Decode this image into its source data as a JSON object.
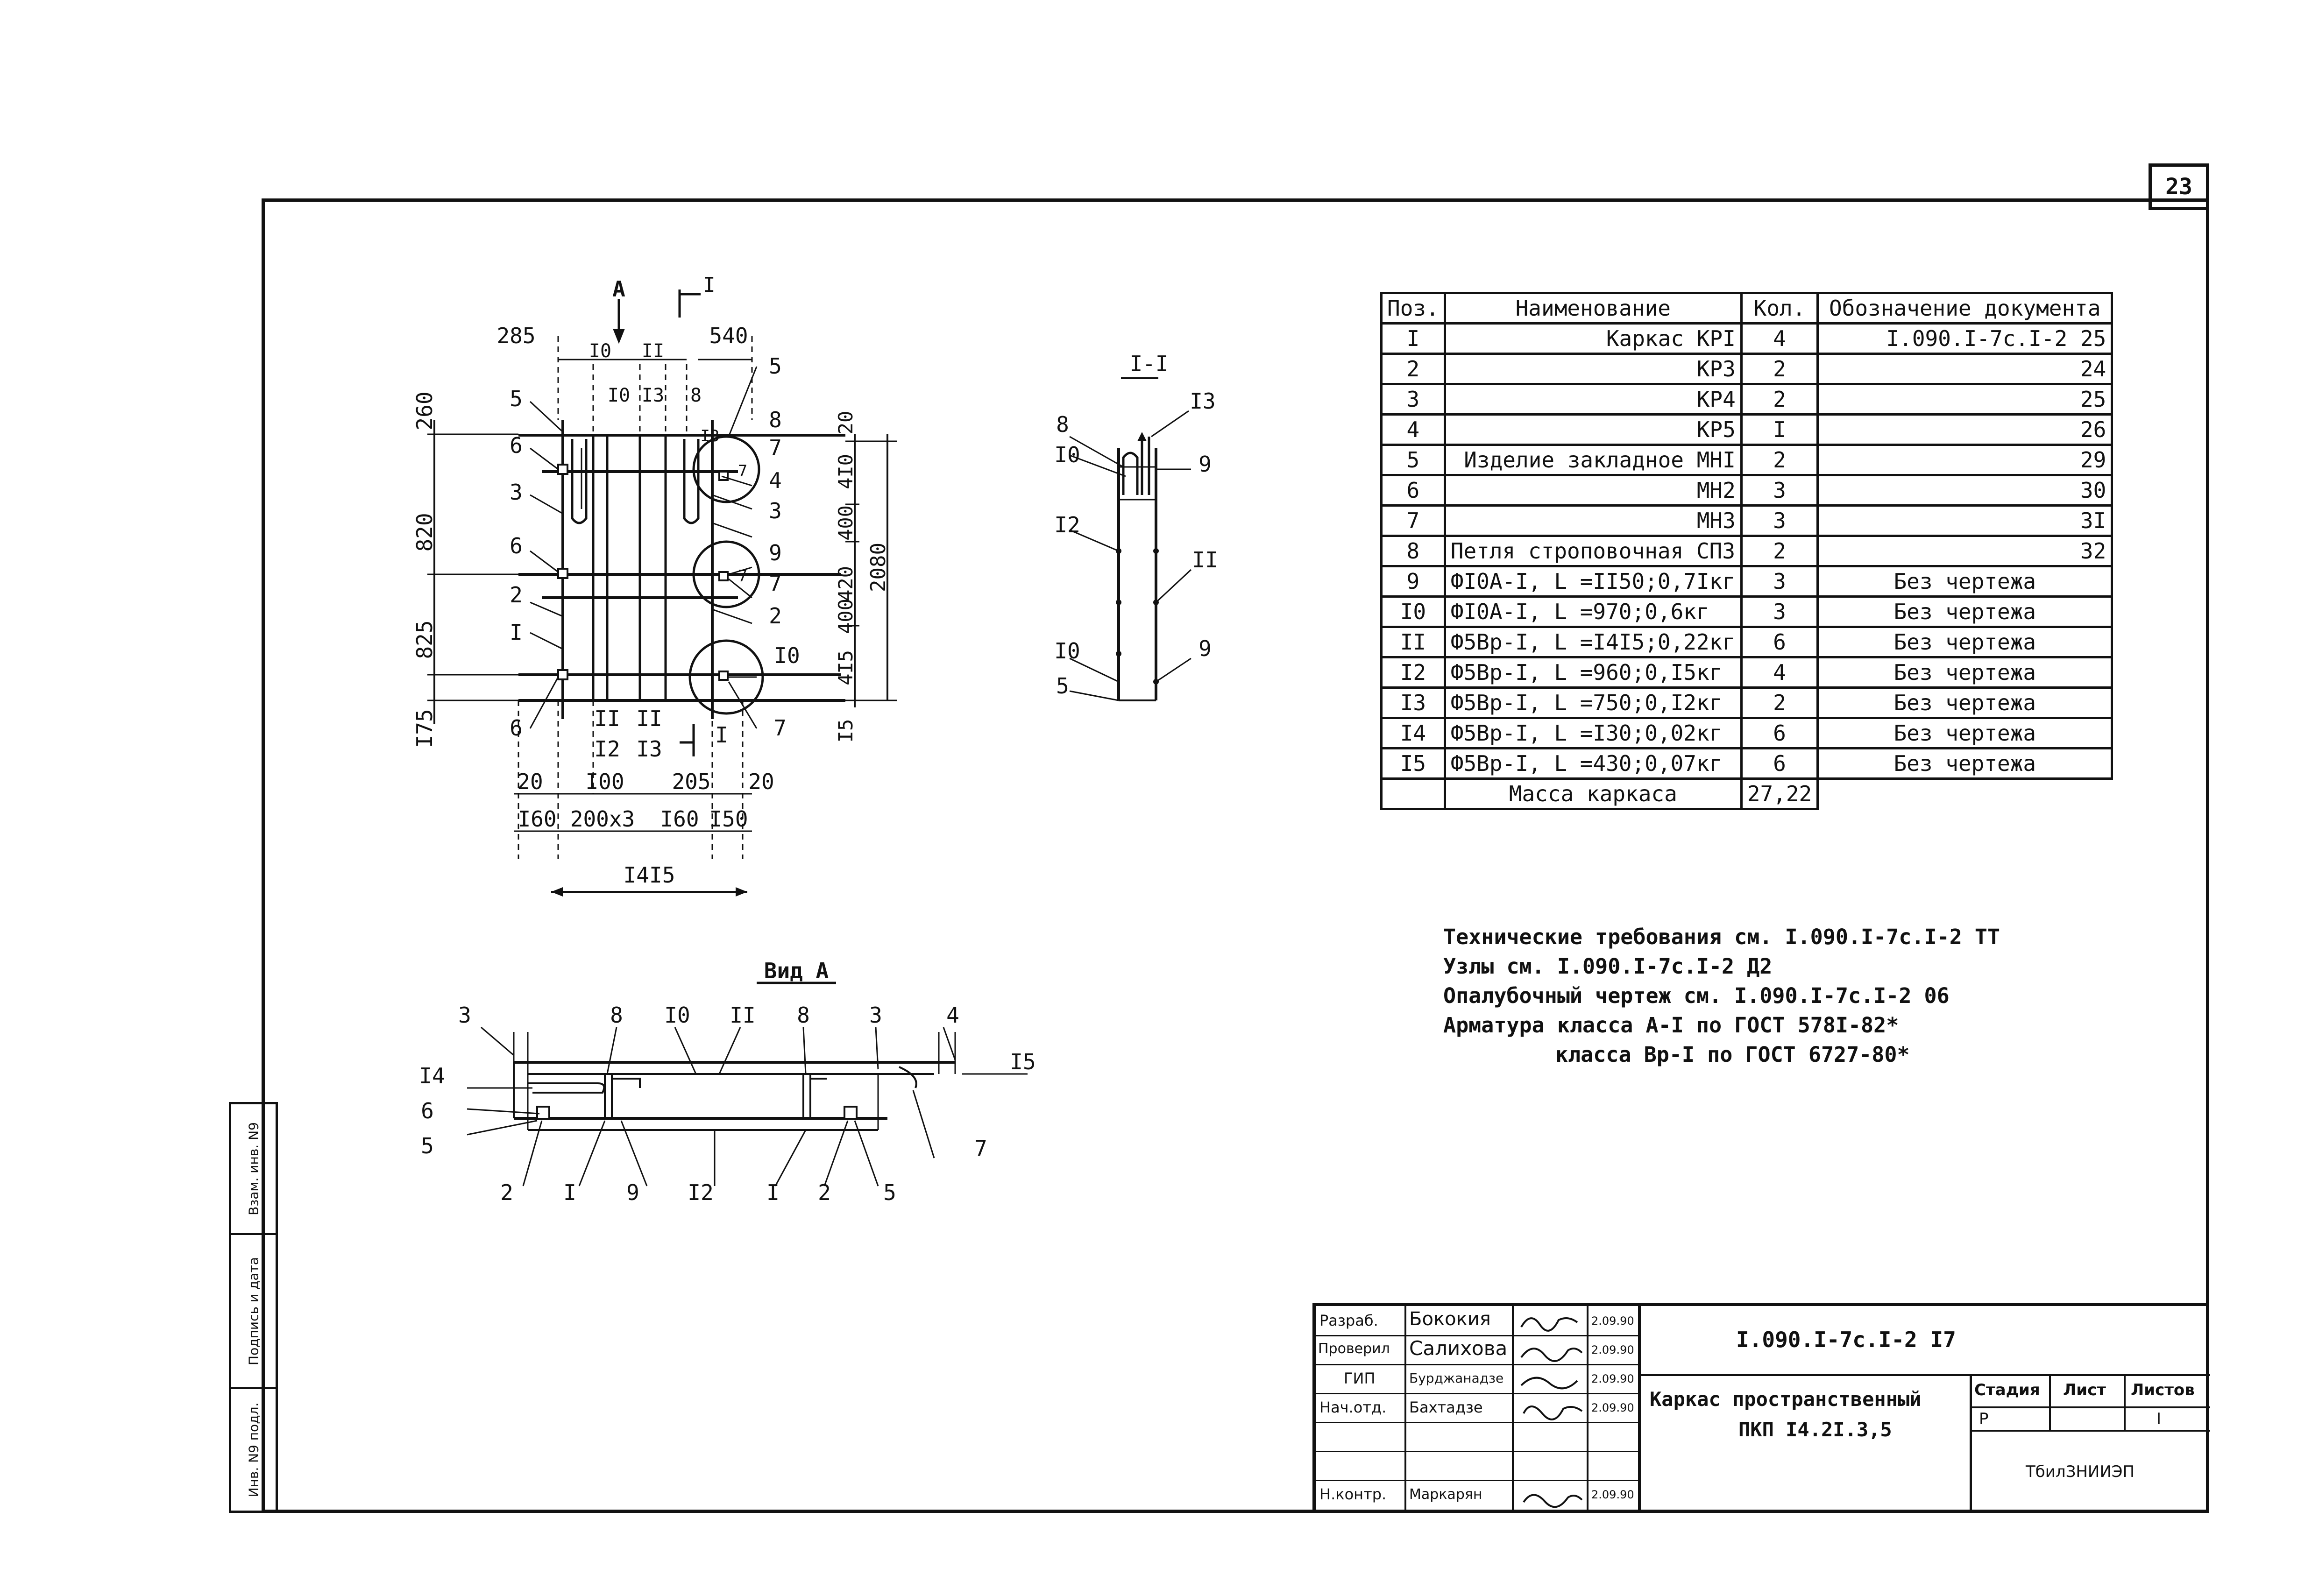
{
  "page_number": "23",
  "side_strip": {
    "inv_no": "Инв. N9 подл.",
    "signature_date": "Подпись и дата",
    "replaced_inv": "Взам. инв. N9"
  },
  "drawing_main": {
    "section_mark": "А",
    "section_ref": "I",
    "top_dims": [
      "285",
      "540"
    ],
    "top_labels": [
      "I0",
      "I0",
      "II",
      "I3",
      "8",
      "5"
    ],
    "left_dims": [
      "260",
      "820",
      "825",
      "I75"
    ],
    "right_dims": [
      "20",
      "4I0",
      "400",
      "420",
      "400",
      "4I5",
      "I5"
    ],
    "overall_height": "2080",
    "left_pos": [
      "5",
      "6",
      "3",
      "6",
      "2",
      "I",
      "6"
    ],
    "right_pos": [
      "8",
      "7",
      "4",
      "3",
      "9",
      "7",
      "2",
      "I0",
      "7"
    ],
    "circle_inner": [
      "I3",
      "7",
      "7"
    ],
    "bottom_tags": [
      "II",
      "II",
      "I2",
      "I3",
      "I"
    ],
    "bottom_dims_row1": [
      "20",
      "I00",
      "205",
      "20"
    ],
    "bottom_dims_row2": [
      "I60",
      "200x3",
      "I60",
      "I50"
    ],
    "overall_width": "I4I5"
  },
  "section_view": {
    "title": "I-I",
    "labels_left": [
      "8",
      "I0",
      "I2",
      "I0",
      "5"
    ],
    "labels_right": [
      "I3",
      "9",
      "II",
      "9"
    ]
  },
  "view_a": {
    "title": "Вид А",
    "top_labels": [
      "3",
      "8",
      "I0",
      "II",
      "8",
      "3",
      "4"
    ],
    "left_labels": [
      "I4",
      "6",
      "5"
    ],
    "right_labels": [
      "I5",
      "7"
    ],
    "bottom_labels": [
      "2",
      "I",
      "9",
      "I2",
      "I",
      "2",
      "5"
    ]
  },
  "spec_table": {
    "headers": {
      "pos": "Поз.",
      "name": "Наименование",
      "qty": "Кол.",
      "doc": "Обозначение документа"
    },
    "rows": [
      {
        "pos": "I",
        "name": "Каркас КРI",
        "qty": "4",
        "doc": "I.090.I-7с.I-2 25"
      },
      {
        "pos": "2",
        "name": "КР3",
        "qty": "2",
        "doc": "24"
      },
      {
        "pos": "3",
        "name": "КР4",
        "qty": "2",
        "doc": "25"
      },
      {
        "pos": "4",
        "name": "КР5",
        "qty": "I",
        "doc": "26"
      },
      {
        "pos": "5",
        "name": "Изделие закладное МНI",
        "qty": "2",
        "doc": "29"
      },
      {
        "pos": "6",
        "name": "МН2",
        "qty": "3",
        "doc": "30"
      },
      {
        "pos": "7",
        "name": "МН3",
        "qty": "3",
        "doc": "3I"
      },
      {
        "pos": "8",
        "name": "Петля строповочная СП3",
        "qty": "2",
        "doc": "32"
      },
      {
        "pos": "9",
        "name": "ФI0А-I, L =II50;0,7Iкг",
        "qty": "3",
        "doc": "Без чертежа"
      },
      {
        "pos": "I0",
        "name": "ФI0А-I, L =970;0,6кг",
        "qty": "3",
        "doc": "Без чертежа"
      },
      {
        "pos": "II",
        "name": "Ф5Вр-I, L =I4I5;0,22кг",
        "qty": "6",
        "doc": "Без чертежа"
      },
      {
        "pos": "I2",
        "name": "Ф5Вр-I, L =960;0,I5кг",
        "qty": "4",
        "doc": "Без чертежа"
      },
      {
        "pos": "I3",
        "name": "Ф5Вр-I, L =750;0,I2кг",
        "qty": "2",
        "doc": "Без чертежа"
      },
      {
        "pos": "I4",
        "name": "Ф5Вр-I, L =I30;0,02кг",
        "qty": "6",
        "doc": "Без чертежа"
      },
      {
        "pos": "I5",
        "name": "Ф5Вр-I, L =430;0,07кг",
        "qty": "6",
        "doc": "Без чертежа"
      }
    ],
    "total": {
      "label": "Масса каркаса",
      "value": "27,22"
    }
  },
  "notes": [
    "Технические требования см.  I.090.I-7с.I-2 ТТ",
    "Узлы см.  I.090.I-7с.I-2 Д2",
    "Опалубочный чертеж см.  I.090.I-7с.I-2 06",
    "Арматура класса А-I по ГОСТ 578I-82*",
    "класса Вр-I по ГОСТ 6727-80*"
  ],
  "title_block": {
    "doc_code": "I.090.I-7с.I-2 I7",
    "title_line1": "Каркас пространственный",
    "title_line2": "ПКП I4.2I.3,5",
    "stage_label": "Стадия",
    "sheet_label": "Лист",
    "sheets_label": "Листов",
    "stage_value": "Р",
    "sheets_value": "I",
    "org": "ТбилЗНИИЭП",
    "roles": [
      {
        "role": "Разраб.",
        "name": "Бококия",
        "date": "2.09.90"
      },
      {
        "role": "Проверил",
        "name": "Салихова",
        "date": "2.09.90"
      },
      {
        "role": "ГИП",
        "name": "Бурджанадзе",
        "date": "2.09.90"
      },
      {
        "role": "Нач.отд.",
        "name": "Бахтадзе",
        "date": "2.09.90"
      },
      {
        "role": "",
        "name": "",
        "date": ""
      },
      {
        "role": "",
        "name": "",
        "date": ""
      },
      {
        "role": "Н.контр.",
        "name": "Маркарян",
        "date": "2.09.90"
      }
    ]
  }
}
